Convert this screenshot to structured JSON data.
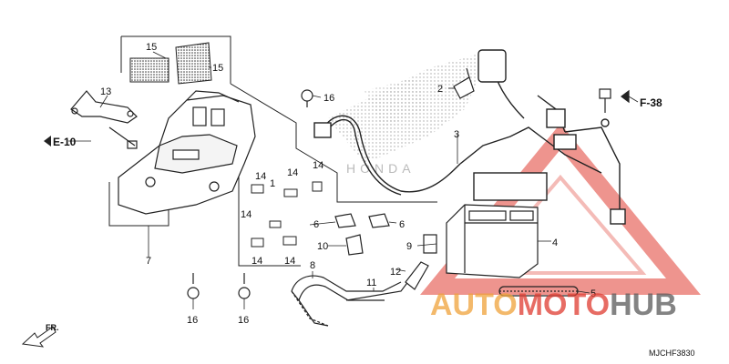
{
  "diagram": {
    "drawing_code": "MJCHF3830",
    "watermark": {
      "part1": "AUTO",
      "part2": "MOTO",
      "part3": "HUB",
      "color1": "#f0a23a",
      "color2": "#e03c31",
      "color3": "#5a5a5a"
    },
    "background_logo": "HONDA",
    "refs": {
      "e10": "E-10",
      "f38": "F-38",
      "fr": "FR."
    },
    "callouts": {
      "c1": "1",
      "c2": "2",
      "c3": "3",
      "c4": "4",
      "c5": "5",
      "c6a": "6",
      "c6b": "6",
      "c7": "7",
      "c8": "8",
      "c9": "9",
      "c10": "10",
      "c11": "11",
      "c12": "12",
      "c13": "13",
      "c14a": "14",
      "c14b": "14",
      "c14c": "14",
      "c14d": "14",
      "c14e": "14",
      "c14f": "14",
      "c15a": "15",
      "c15b": "15",
      "c16a": "16",
      "c16b": "16",
      "c16c": "16"
    }
  }
}
